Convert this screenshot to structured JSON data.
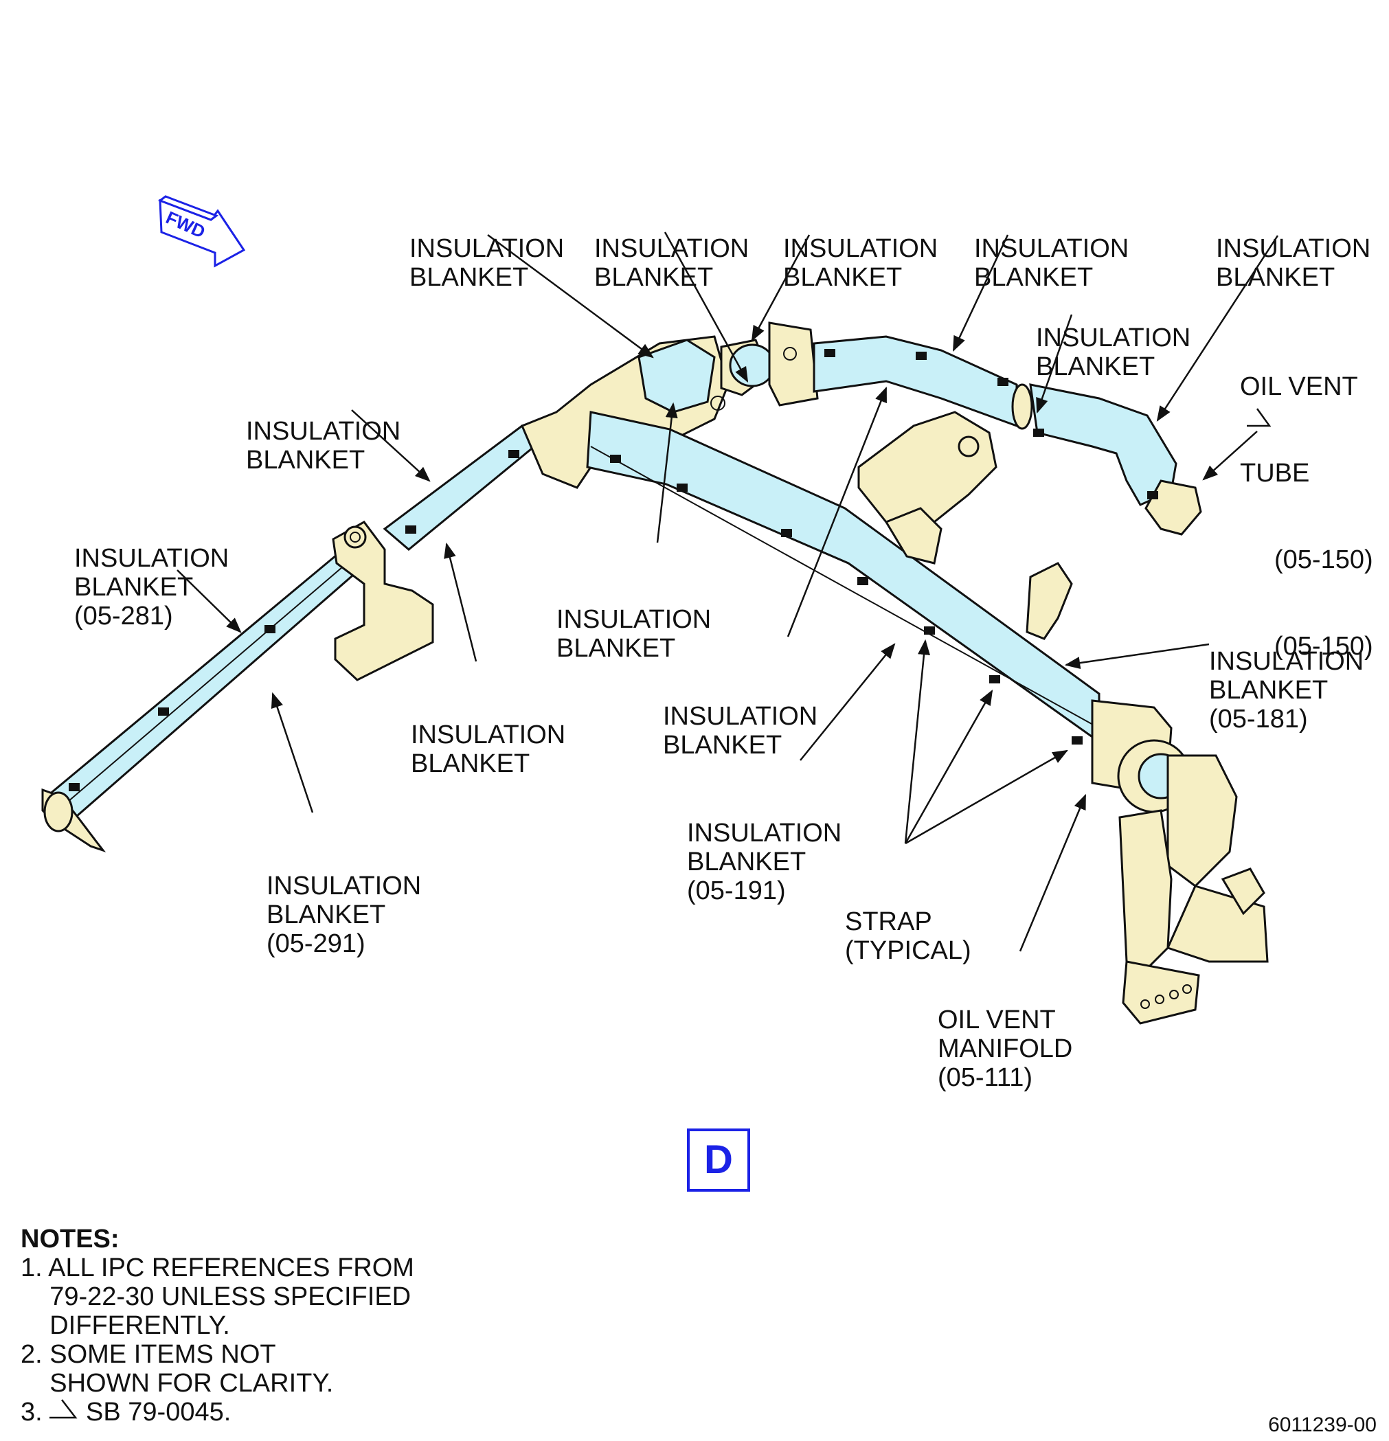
{
  "labels": {
    "ib_top1": [
      "INSULATION",
      "BLANKET"
    ],
    "ib_top2": [
      "INSULATION",
      "BLANKET"
    ],
    "ib_top3": [
      "INSULATION",
      "BLANKET"
    ],
    "ib_top4": [
      "INSULATION",
      "BLANKET"
    ],
    "ib_top5": [
      "INSULATION",
      "BLANKET"
    ],
    "ib_mid_right": [
      "INSULATION",
      "BLANKET"
    ],
    "oil_vent_tube": [
      "OIL VENT",
      "TUBE",
      "(05-150)",
      "(05-150)"
    ],
    "ib_left_upper": [
      "INSULATION",
      "BLANKET"
    ],
    "ib_05_281": [
      "INSULATION",
      "BLANKET",
      "(05-281)"
    ],
    "ib_center": [
      "INSULATION",
      "BLANKET"
    ],
    "ib_lower_left": [
      "INSULATION",
      "BLANKET"
    ],
    "ib_lower_center": [
      "INSULATION",
      "BLANKET"
    ],
    "ib_05_181": [
      "INSULATION",
      "BLANKET",
      "(05-181)"
    ],
    "ib_05_191": [
      "INSULATION",
      "BLANKET",
      "(05-191)"
    ],
    "ib_05_291": [
      "INSULATION",
      "BLANKET",
      "(05-291)"
    ],
    "strap": [
      "STRAP",
      "(TYPICAL)"
    ],
    "oil_vent_manifold": [
      "OIL VENT",
      "MANIFOLD",
      "(05-111)"
    ]
  },
  "fwd_label": "FWD",
  "view_letter": "D",
  "notes": {
    "heading": "NOTES:",
    "lines": [
      "1. ALL IPC REFERENCES FROM",
      "    79-22-30 UNLESS SPECIFIED",
      "    DIFFERENTLY.",
      "2. SOME ITEMS NOT",
      "    SHOWN FOR CLARITY.",
      "3.      SB 79-0045."
    ]
  },
  "document_number": "6011239-00",
  "colors": {
    "blanket": "#c9f0f8",
    "bracket": "#f6efc4",
    "accent": "#1b22e6",
    "line": "#111111"
  }
}
